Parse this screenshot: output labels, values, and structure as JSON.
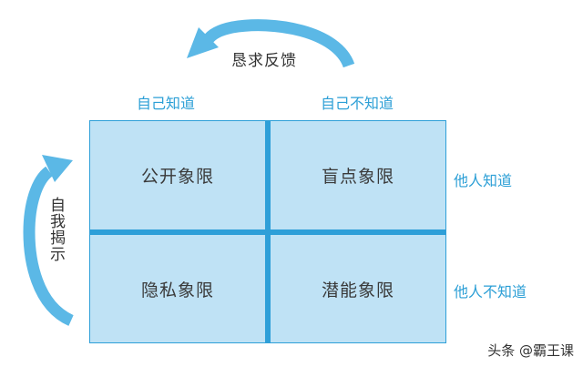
{
  "arrows": {
    "top_label": "恳求反馈",
    "left_label": "自我揭示",
    "color": "#5bb8e6"
  },
  "column_labels": [
    "自己知道",
    "自己不知道"
  ],
  "row_labels": [
    "他人知道",
    "他人不知道"
  ],
  "quadrants": [
    [
      "公开象限",
      "盲点象限"
    ],
    [
      "隐私象限",
      "潜能象限"
    ]
  ],
  "colors": {
    "cell_fill": "#bfe2f5",
    "cell_border": "#2e9fd8",
    "label_blue": "#2c9fd6"
  },
  "watermark": "头条 @霸王课"
}
